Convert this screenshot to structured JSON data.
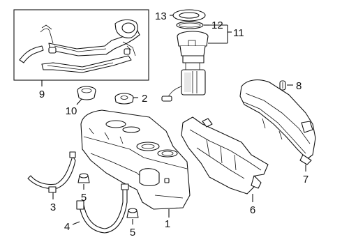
{
  "diagram": {
    "labels": {
      "tank": "1",
      "strap_nut": "2",
      "strap_left": "3",
      "strap_right": "4",
      "nut": "5",
      "shield_front": "6",
      "shield_rear": "7",
      "clip": "8",
      "filler_pipe": "9",
      "grommet": "10",
      "fuel_pump_module": "11",
      "seal": "12",
      "lock_ring": "13"
    }
  }
}
